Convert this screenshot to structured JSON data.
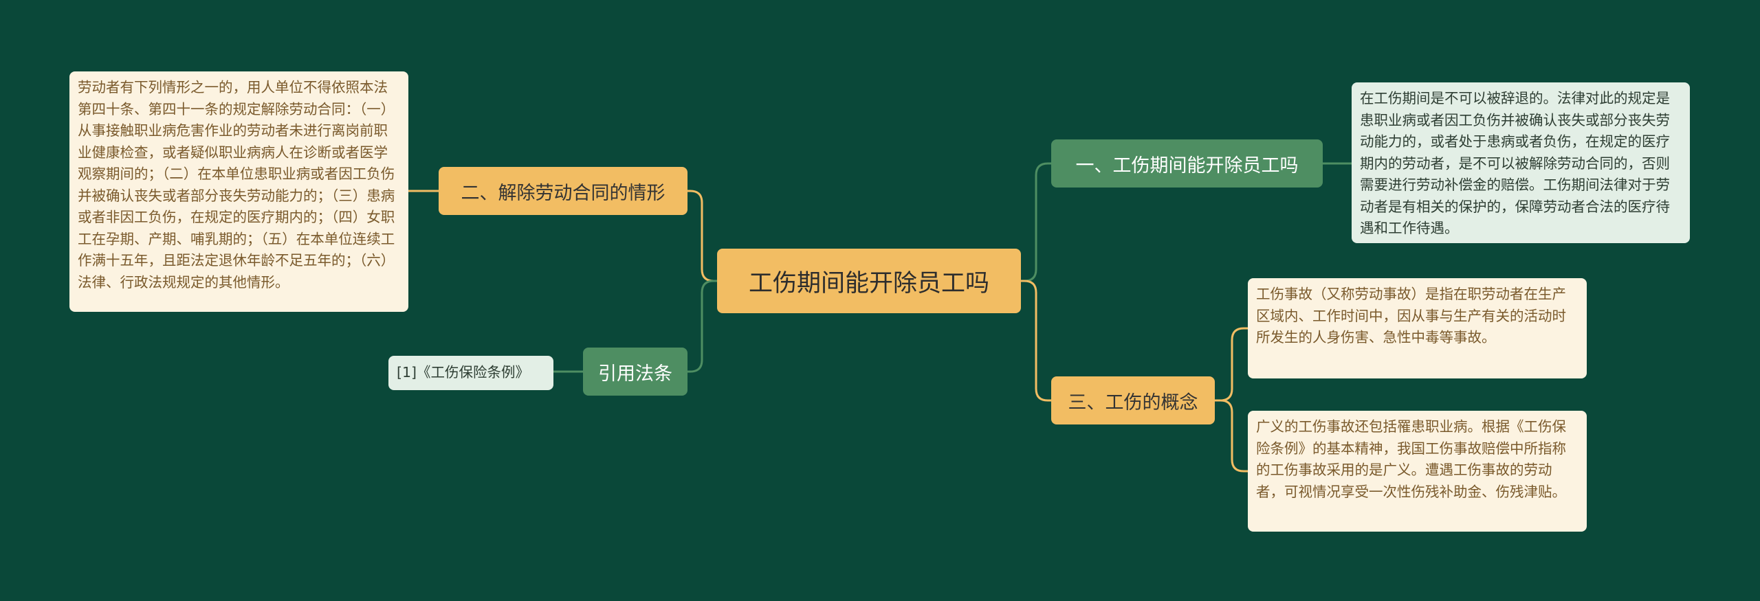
{
  "root": {
    "label": "工伤期间能开除员工吗"
  },
  "branches": {
    "b2": {
      "label": "二、解除劳动合同的情形"
    },
    "ref": {
      "label": "引用法条"
    },
    "b1": {
      "label": "一、工伤期间能开除员工吗"
    },
    "b3": {
      "label": "三、工伤的概念"
    }
  },
  "leaves": {
    "b2_text": "劳动者有下列情形之一的，用人单位不得依照本法第四十条、第四十一条的规定解除劳动合同：（一）从事接触职业病危害作业的劳动者未进行离岗前职业健康检查，或者疑似职业病病人在诊断或者医学观察期间的；（二）在本单位患职业病或者因工负伤并被确认丧失或者部分丧失劳动能力的；（三）患病或者非因工负伤，在规定的医疗期内的；（四）女职工在孕期、产期、哺乳期的；（五）在本单位连续工作满十五年，且距法定退休年龄不足五年的；（六）法律、行政法规规定的其他情形。",
    "ref_text": "[1]《工伤保险条例》",
    "b1_text": "在工伤期间是不可以被辞退的。法律对此的规定是患职业病或者因工负伤并被确认丧失或部分丧失劳动能力的，或者处于患病或者负伤，在规定的医疗期内的劳动者，是不可以被解除劳动合同的，否则需要进行劳动补偿金的赔偿。工伤期间法律对于劳动者是有相关的保护的，保障劳动者合法的医疗待遇和工作待遇。",
    "b3_text_a": "工伤事故（又称劳动事故）是指在职劳动者在生产区域内、工作时间中，因从事与生产有关的活动时所发生的人身伤害、急性中毒等事故。",
    "b3_text_b": "广义的工伤事故还包括罹患职业病。根据《工伤保险条例》的基本精神，我国工伤事故赔偿中所指称的工伤事故采用的是广义。遭遇工伤事故的劳动者，可视情况享受一次性伤残补助金、伤残津贴。"
  },
  "colors": {
    "background": "#0a4839",
    "yellow_node": "#f2bd63",
    "green_node": "#4e8e62",
    "yellow_line": "#f2bd63",
    "green_line": "#4e8e62"
  }
}
